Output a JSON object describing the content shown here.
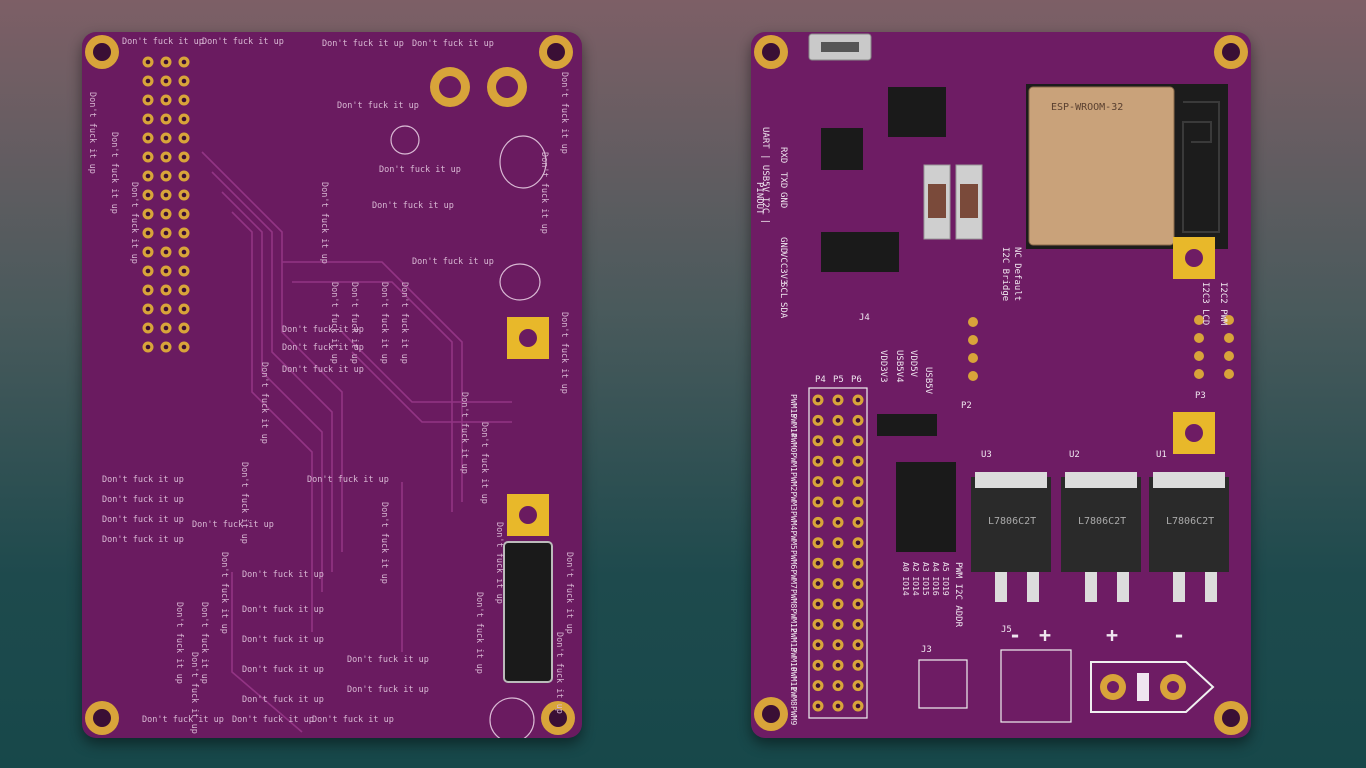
{
  "back": {
    "slogan": "Don't fuck it up"
  },
  "front": {
    "labels": {
      "uart": "UART | USB5V",
      "rxd": "RXD",
      "txd": "TXD",
      "gnd": "GND",
      "pinout": "PINOUT",
      "i2c": "I2C |",
      "gnd2": "GND",
      "vcc3v3": "VCC3V3",
      "scl": "SCL",
      "sda": "SDA",
      "i2c_bridge": "I2C Bridge",
      "nc_default": "NC Default",
      "pwm_i2c_addr": "PWM I2C ADDR",
      "j5": "J5",
      "j3": "J3",
      "j4": "J4",
      "u3": "U3",
      "u2": "U2",
      "u1": "U1",
      "p4": "P4",
      "p5": "P5",
      "p6": "P6",
      "p2": "P2",
      "p3": "P3",
      "plus1": "+",
      "minus1": "-",
      "plus2": "+",
      "minus2": "-",
      "usb5v": "USB5V",
      "vdd3v3": "VDD3V3",
      "usb5v4": "USB5V4",
      "vdd5v": "VDD5V",
      "i2c2": "I2C2 PWM",
      "i2c3": "I2C3 LCD",
      "rf_module": "ESP-WROOM-32",
      "regulator": "L7806C2T",
      "addr_lines": [
        "A0 IO14",
        "A2 IO14",
        "A3 IO15",
        "A4 IO16",
        "A5 IO19"
      ],
      "pwm": [
        "PWM15",
        "PWM14",
        "PWM0",
        "PWM1",
        "PWM2",
        "PWM3",
        "PWM4",
        "PWM5",
        "PWM6",
        "PWM7",
        "PWM8",
        "PWM12",
        "PWM13",
        "PWM10",
        "PWM11",
        "PWM8",
        "PWM9"
      ]
    }
  },
  "colors": {
    "background_top": "#7d5f66",
    "background_bottom": "#17484a",
    "pcb": "#6b1c62",
    "gold": "#d8a43a",
    "silk": "#d9b9d4"
  }
}
